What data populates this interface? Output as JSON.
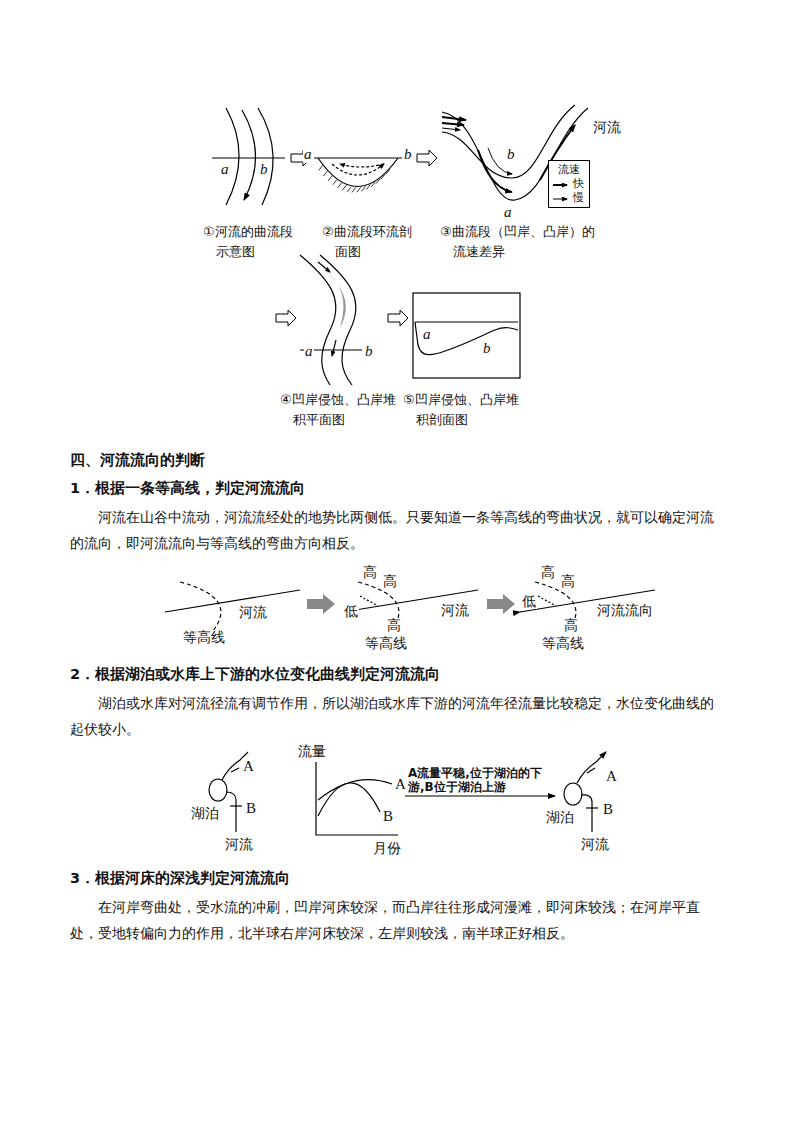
{
  "diagram": {
    "nodes": [
      {
        "text": [
          "流速",
          "快",
          "慢"
        ]
      }
    ],
    "labels": [
      "a",
      "b",
      "a",
      "b",
      "b",
      "河流",
      "a",
      "a",
      "b",
      "a",
      "b",
      "①河流的曲流段示意图",
      "②曲流段环流剖面图",
      "③曲流段（凹岸、凸岸）的流速差异",
      "④凹岸侵蚀、凸岸堆积平面图",
      "⑤凹岸侵蚀、凸岸堆积剖面图",
      "四、河流流向的判断",
      "1．根据一条等高线，判定河流流向",
      "河流在山谷中流动，河流流经处的地势比两侧低。只要知道一条等高线的弯曲状况，就可以确定河流的流向，即河流流向与等高线的弯曲方向相反。",
      "河流",
      "等高线",
      "高",
      "高",
      "低",
      "高",
      "河流",
      "等高线",
      "高",
      "高",
      "低",
      "河流流向",
      "高",
      "等高线",
      "2．根据湖泊或水库上下游的水位变化曲线判定河流流向",
      "湖泊或水库对河流径流有调节作用，所以湖泊或水库下游的河流年径流量比较稳定，水位变化曲线的起伏较小。",
      "A",
      "湖泊",
      "B",
      "河流",
      "流量",
      "A",
      "B",
      "月份",
      "A流量平稳,位于湖泊的下游,B位于湖泊上游",
      "A",
      "湖泊",
      "B",
      "河流",
      "3．根据河床的深浅判定河流流向",
      "在河岸弯曲处，受水流的冲刷，凹岸河床较深，而凸岸往往形成河漫滩，即河床较浅；在河岸平直处，受地转偏向力的作用，北半球右岸河床较深，左岸则较浅，南半球正好相反。"
    ]
  }
}
